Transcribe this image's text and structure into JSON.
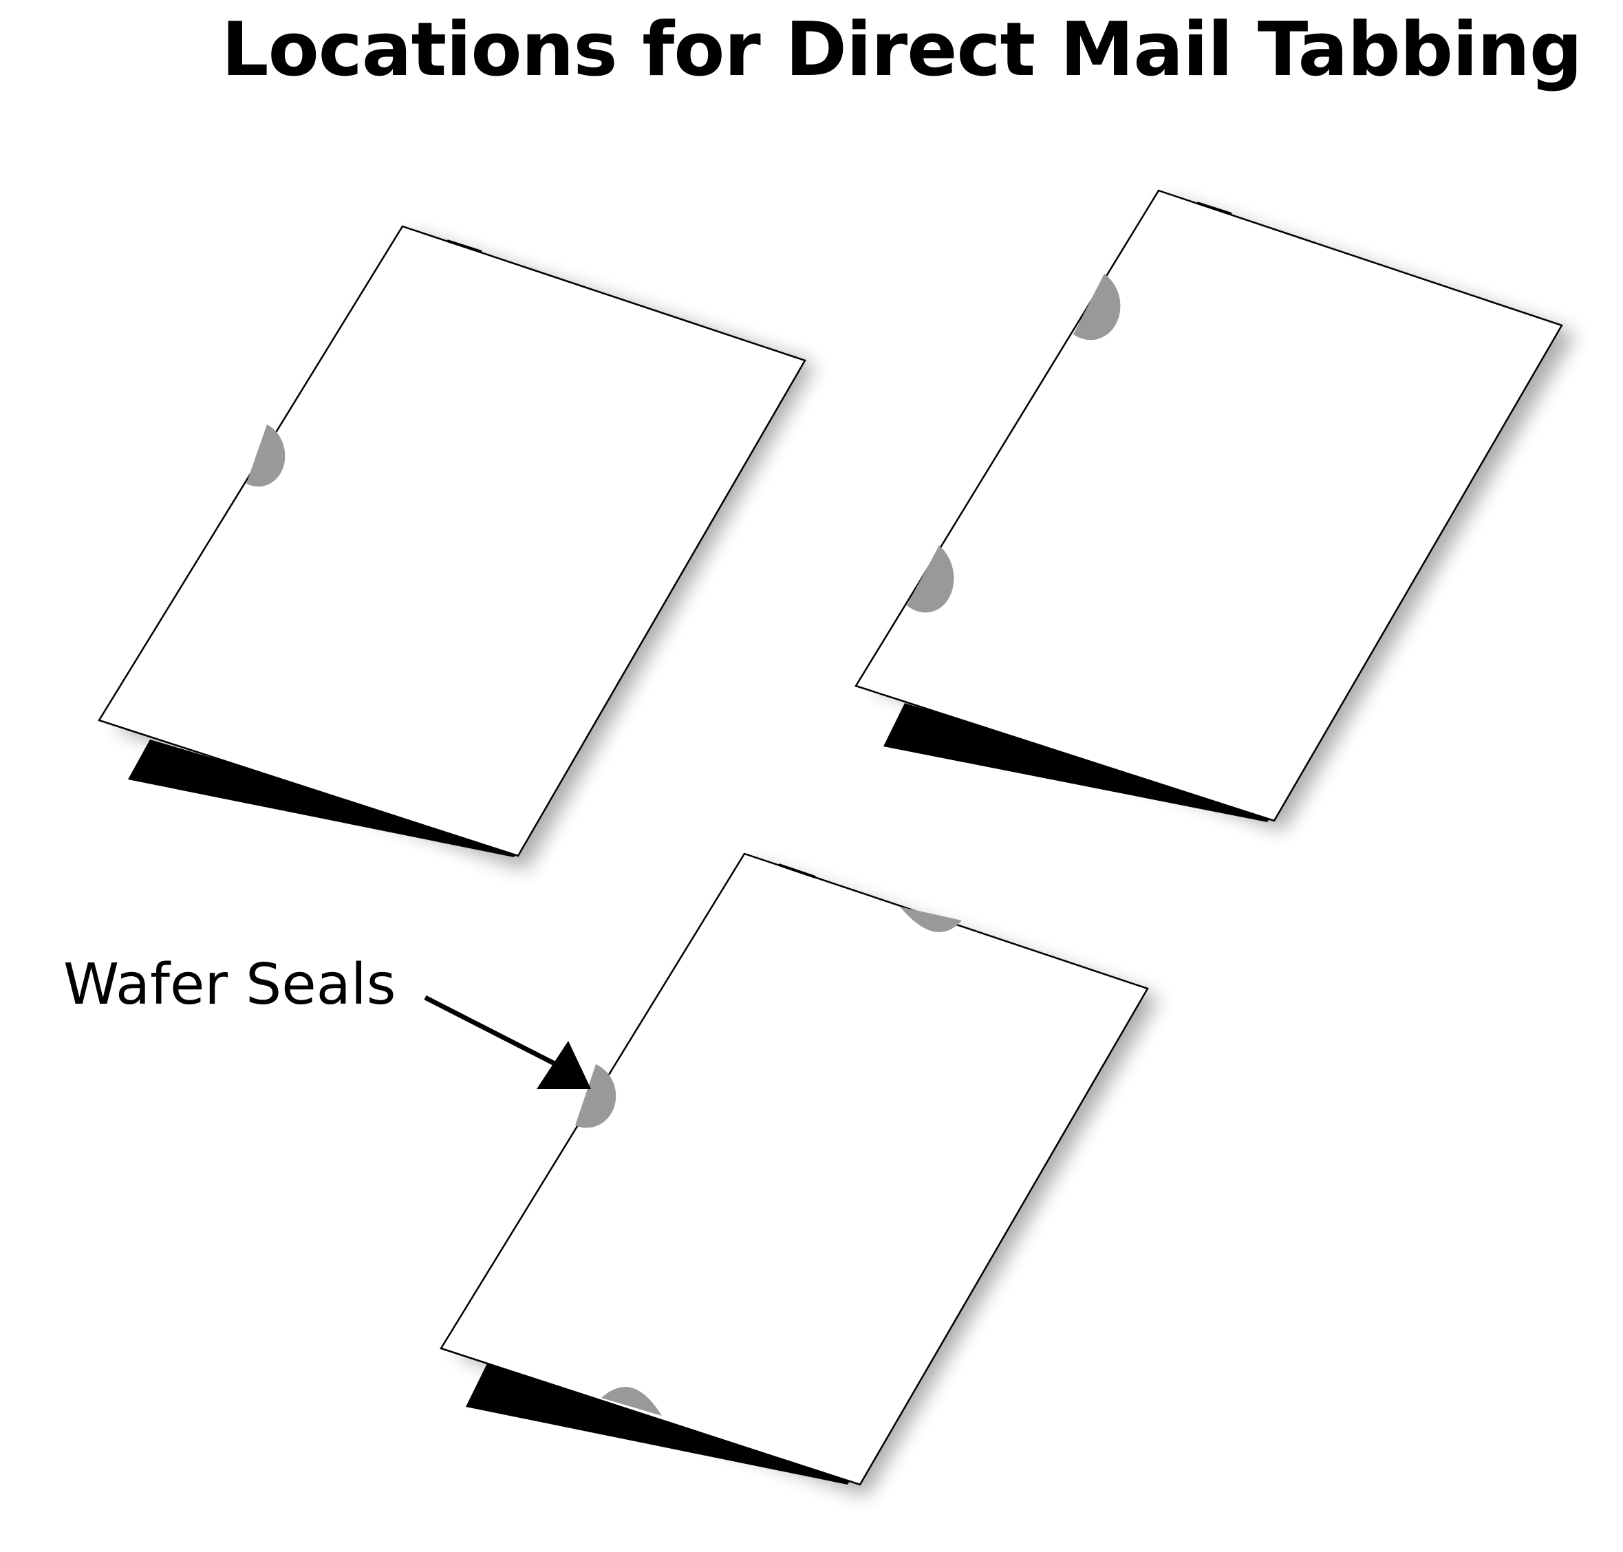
{
  "title": "Locations for Direct Mail Tabbing",
  "callout": {
    "label": "Wafer Seals"
  },
  "mailers": [
    {
      "id": "mailer-1",
      "seals": 1
    },
    {
      "id": "mailer-2",
      "seals": 2
    },
    {
      "id": "mailer-3",
      "seals": 3
    }
  ],
  "colors": {
    "seal": "#999999",
    "back_flap": "#000000",
    "panel": "#ffffff",
    "outline": "#000000"
  }
}
